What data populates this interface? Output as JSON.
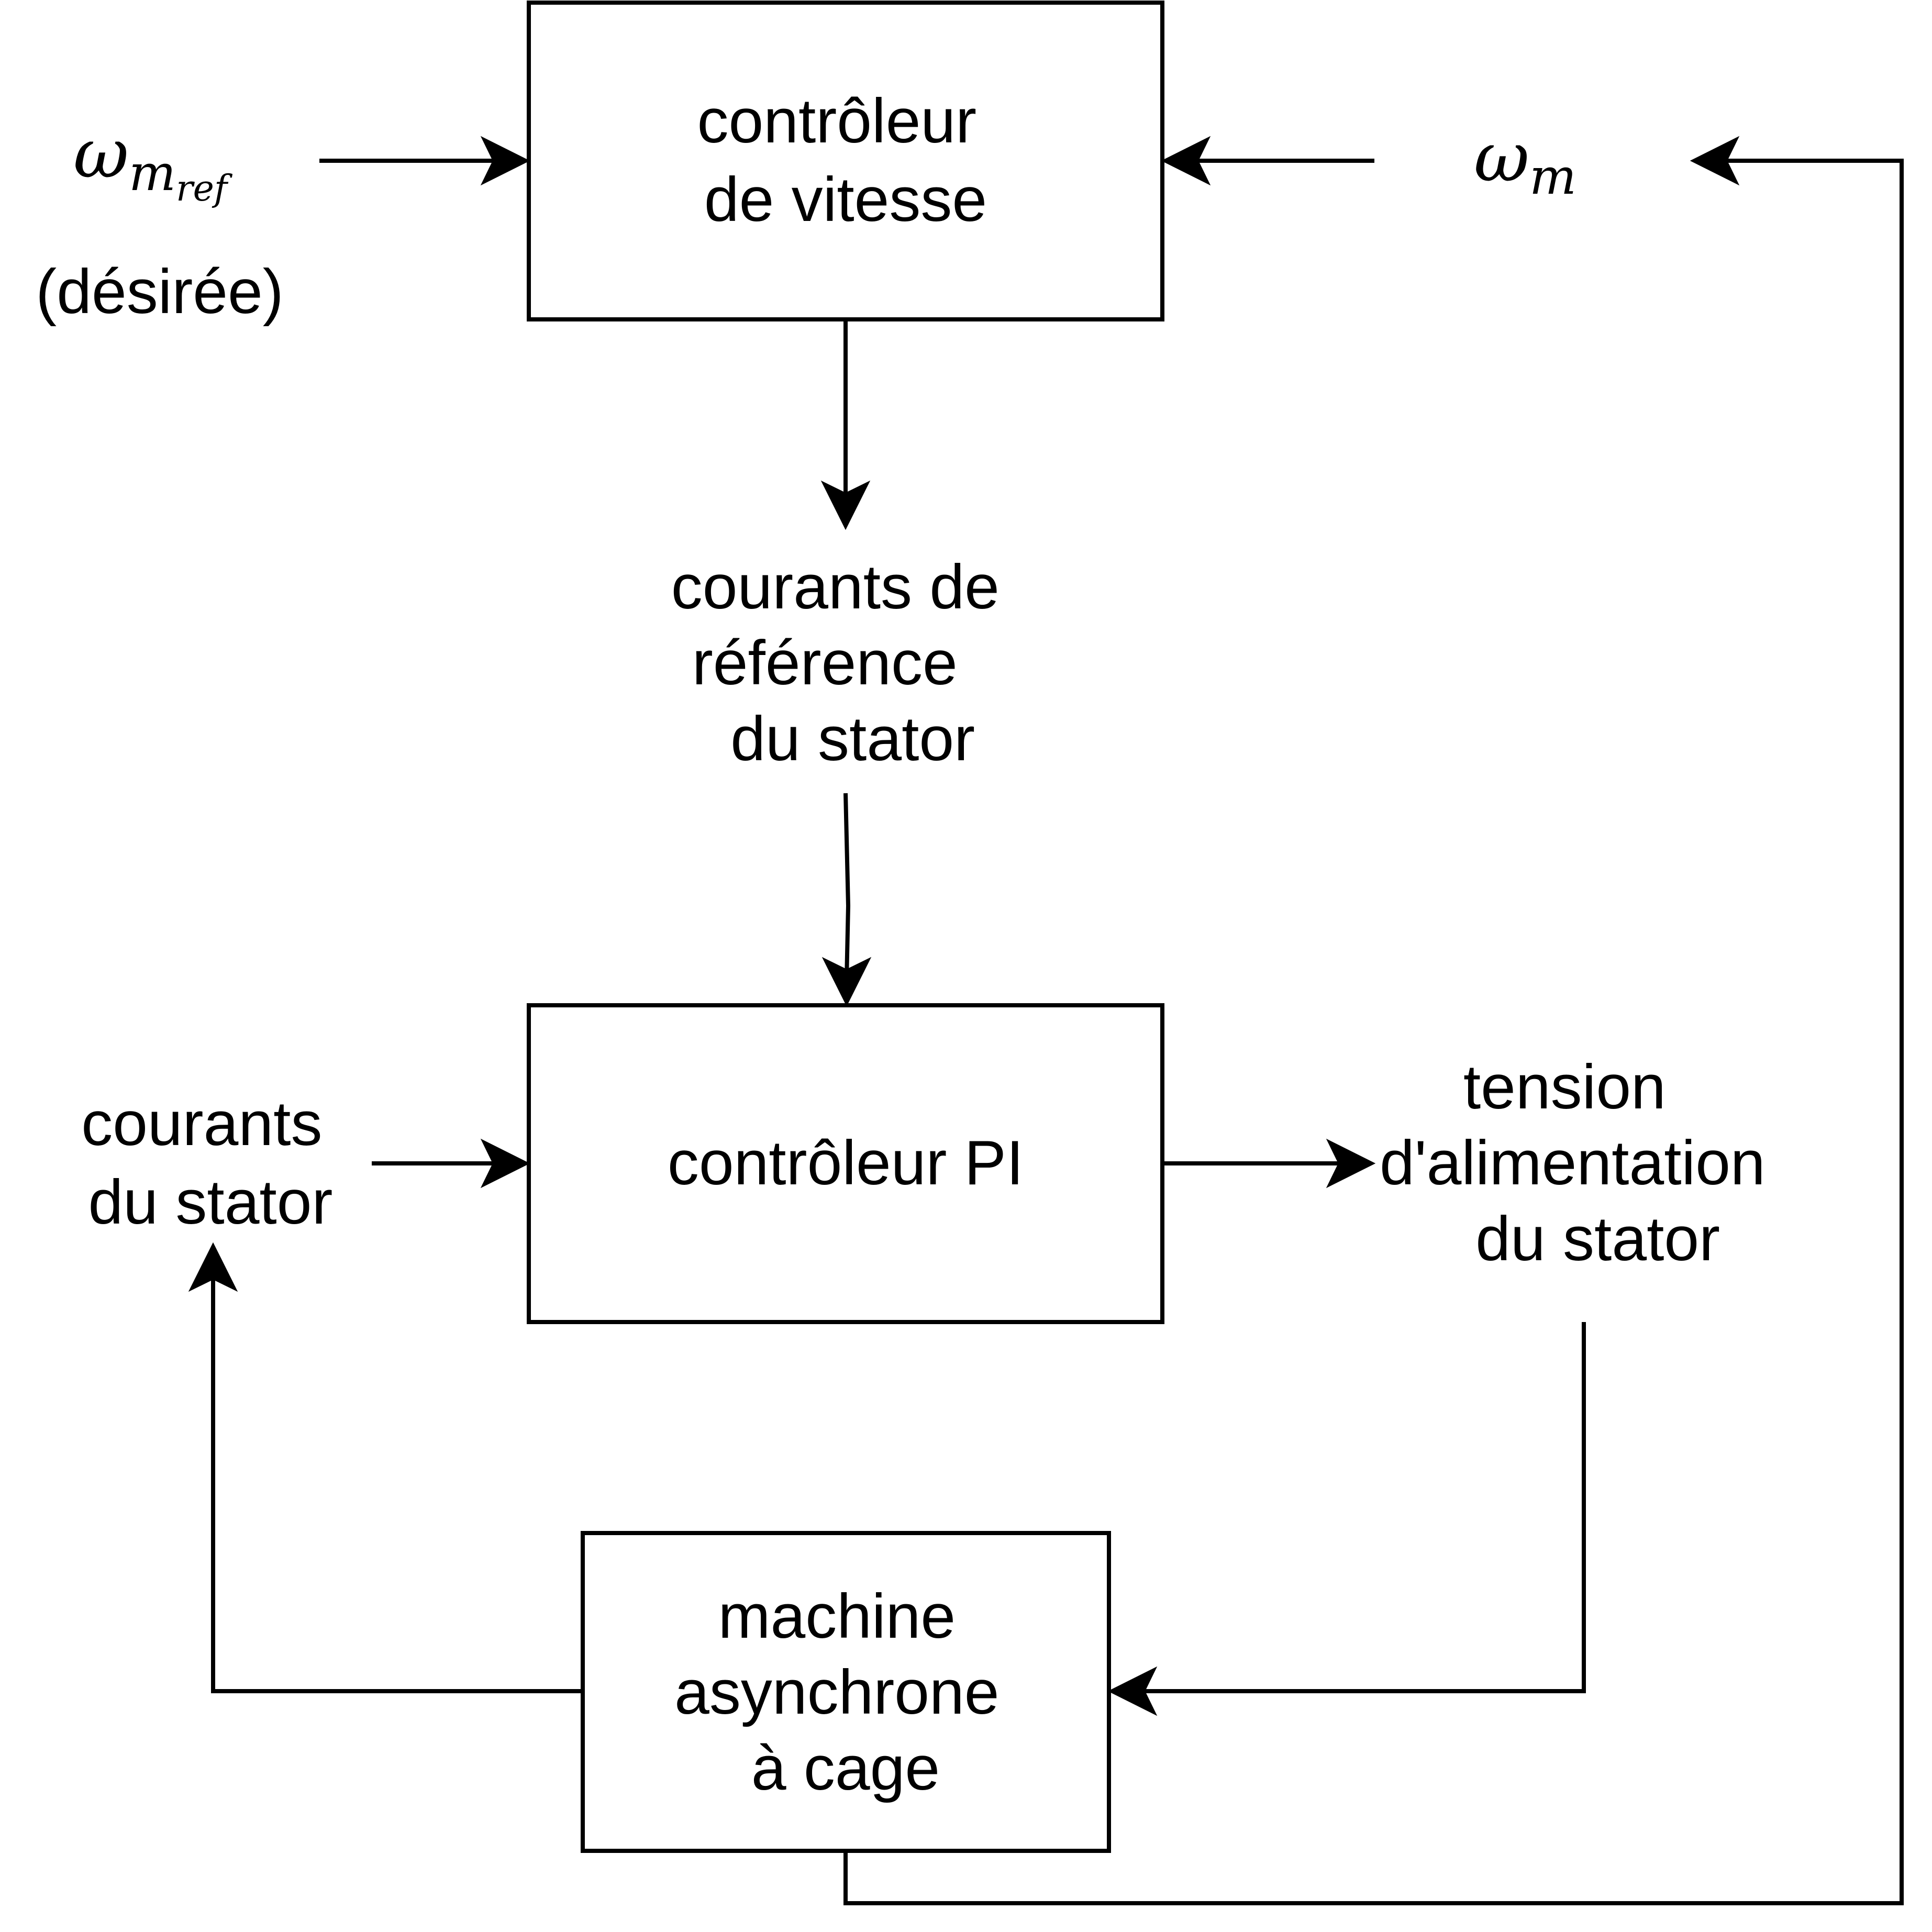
{
  "blocks": {
    "speed_controller": [
      "contrôleur",
      "de vitesse"
    ],
    "pi_controller": [
      "contrôleur PI"
    ],
    "machine": [
      "machine",
      "asynchrone",
      "à cage"
    ]
  },
  "signals": {
    "omega_ref": {
      "base": "ω",
      "sub": "m",
      "subsub": "ref"
    },
    "omega_ref_note": "(désirée)",
    "omega_m": {
      "base": "ω",
      "sub": "m"
    },
    "ref_currents": [
      "courants de",
      "référence",
      " du stator"
    ],
    "stator_currents": [
      "courants",
      "du stator"
    ],
    "stator_voltage": [
      "tension",
      "d'alimentation",
      " du stator"
    ]
  }
}
